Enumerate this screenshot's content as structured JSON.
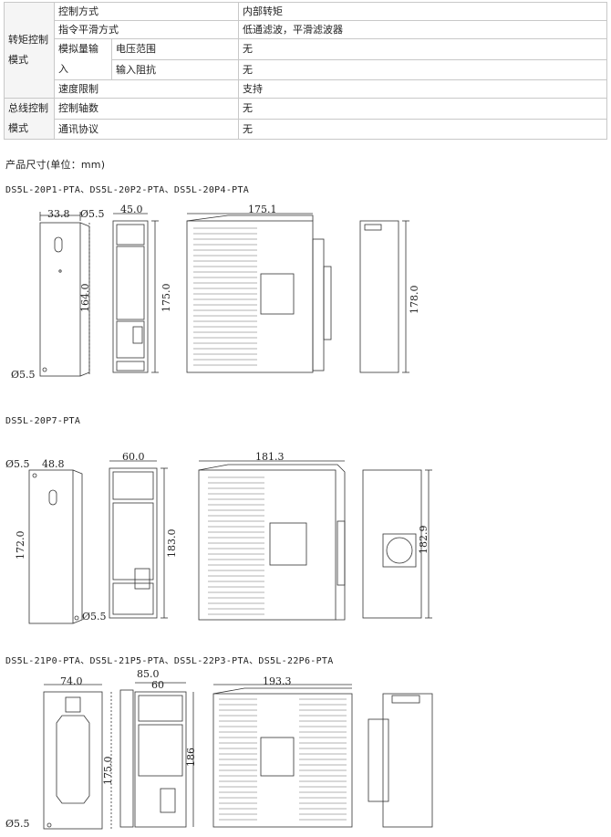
{
  "spec_table": {
    "groups": [
      {
        "name": "转矩控制模式",
        "rows": [
          {
            "label": "控制方式",
            "value": "内部转矩"
          },
          {
            "label": "指令平滑方式",
            "value": "低通滤波，平滑滤波器"
          },
          {
            "label": "模拟量输入",
            "sub_label": "电压范围",
            "value": "无"
          },
          {
            "sub_label": "输入阻抗",
            "value": "无"
          },
          {
            "label": "速度限制",
            "value": "支持"
          }
        ]
      },
      {
        "name": "总线控制模式",
        "rows": [
          {
            "label": "控制轴数",
            "value": "无"
          },
          {
            "label": "通讯协议",
            "value": "无"
          }
        ]
      }
    ]
  },
  "section_title": "产品尺寸(单位：mm)",
  "models": [
    {
      "caption": "DS5L-20P1-PTA、DS5L-20P2-PTA、DS5L-20P4-PTA",
      "dims": {
        "d1": "33.8",
        "d2": "Ø5.5",
        "d3": "164.0",
        "d4": "Ø5.5",
        "d5": "45.0",
        "d6": "175.0",
        "d7": "175.1",
        "d8": "178.0"
      }
    },
    {
      "caption": "DS5L-20P7-PTA",
      "dims": {
        "d1": "Ø5.5",
        "d2": "48.8",
        "d3": "172.0",
        "d4": "Ø5.5",
        "d5": "60.0",
        "d6": "183.0",
        "d7": "181.3",
        "d8": "182.9"
      }
    },
    {
      "caption": "DS5L-21P0-PTA、DS5L-21P5-PTA、DS5L-22P3-PTA、DS5L-22P6-PTA",
      "dims": {
        "d1": "74.0",
        "d2": "175.0",
        "d3": "Ø5.5",
        "d4": "85.0",
        "d5": "60",
        "d6": "186",
        "d7": "193.3"
      }
    }
  ]
}
